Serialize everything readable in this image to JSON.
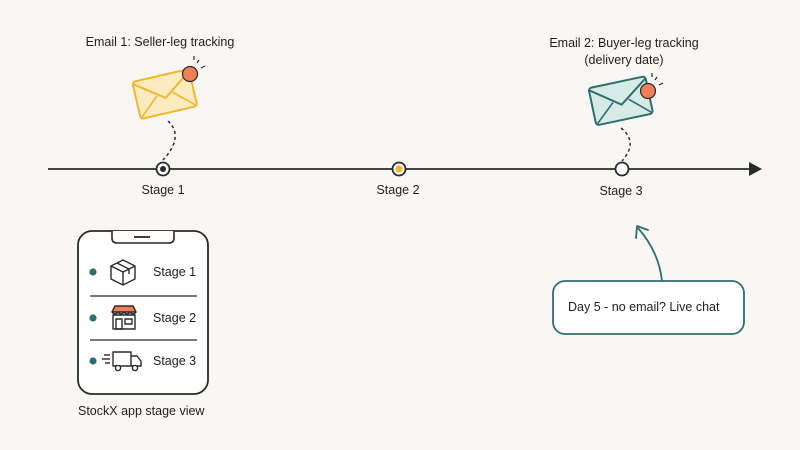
{
  "emails": [
    {
      "label": "Email 1: Seller-leg tracking",
      "color": "#f2b62e"
    },
    {
      "label_line1": "Email 2: Buyer-leg tracking",
      "label_line2": "(delivery date)",
      "color": "#2e6f6f"
    }
  ],
  "timeline": {
    "stages": [
      {
        "label": "Stage 1",
        "marker": "dot-filled-dark"
      },
      {
        "label": "Stage 2",
        "marker": "dot-filled-amber"
      },
      {
        "label": "Stage 3",
        "marker": "dot-empty"
      }
    ]
  },
  "phone": {
    "caption": "StockX app stage view",
    "items": [
      {
        "label": "Stage 1",
        "icon": "box-icon"
      },
      {
        "label": "Stage 2",
        "icon": "store-icon"
      },
      {
        "label": "Stage 3",
        "icon": "delivery-truck-icon"
      }
    ]
  },
  "callout": {
    "text": "Day 5 - no email? Live chat"
  },
  "colors": {
    "notification": "#f07e57",
    "bullet": "#2e6f6f",
    "ink": "#1f1f1f"
  }
}
